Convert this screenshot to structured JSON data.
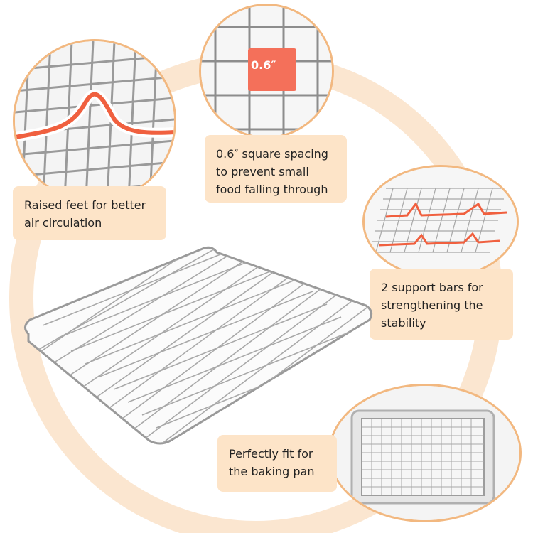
{
  "spacing_badge": "0.6″",
  "features": [
    {
      "name": "raised-feet",
      "lines": [
        "Raised feet for better",
        "air circulation"
      ]
    },
    {
      "name": "square-spacing",
      "lines": [
        "0.6″ square spacing",
        "to prevent small",
        "food falling through"
      ]
    },
    {
      "name": "support-bars",
      "lines": [
        "2 support bars for",
        "strengthening the",
        "stability"
      ]
    },
    {
      "name": "baking-pan",
      "lines": [
        "Perfectly fit for",
        "the baking pan"
      ]
    }
  ],
  "colors": {
    "accent_orange": "#f2b880",
    "label_bg": "#fde4c8",
    "highlight_red": "#f0603f"
  }
}
